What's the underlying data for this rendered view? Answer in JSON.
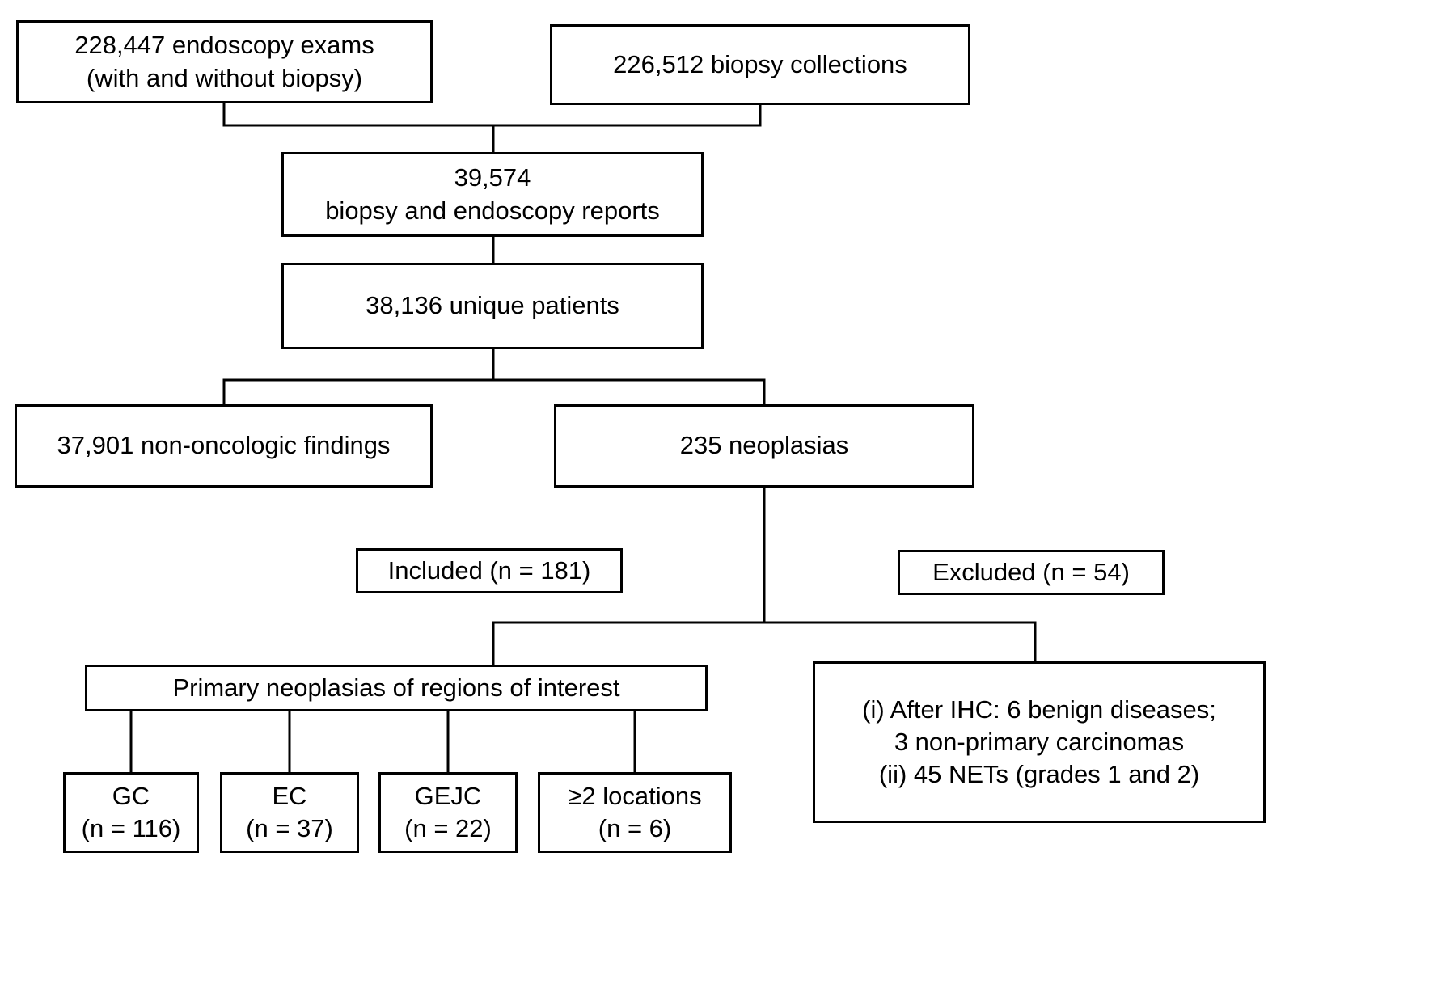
{
  "diagram": {
    "type": "flowchart",
    "line_color": "#000000",
    "box_border_color": "#000000",
    "box_fill_color": "#ffffff",
    "nodes": {
      "endoscopy_exams": "228,447 endoscopy exams\n(with and without biopsy)",
      "biopsy_collections": "226,512 biopsy collections",
      "reports": "39,574\nbiopsy and endoscopy reports",
      "unique_patients": "38,136 unique patients",
      "non_oncologic": "37,901 non-oncologic findings",
      "neoplasias": "235 neoplasias",
      "included": "Included (n = 181)",
      "excluded": "Excluded (n = 54)",
      "primary_neoplasias": "Primary neoplasias of regions of interest",
      "excluded_details": "(i) After IHC: 6 benign diseases;\n3 non-primary carcinomas\n(ii) 45 NETs (grades 1 and 2)",
      "gc": "GC\n(n = 116)",
      "ec": "EC\n(n = 37)",
      "gejc": "GEJC\n(n = 22)",
      "two_or_more_locations": "≥2 locations\n(n = 6)"
    }
  }
}
